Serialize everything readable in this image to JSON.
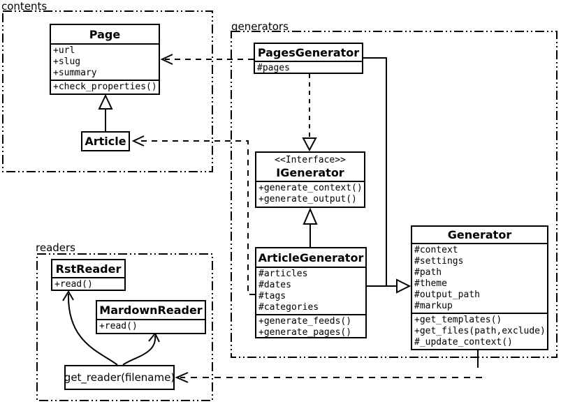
{
  "packages": {
    "contents": {
      "label": "contents"
    },
    "generators": {
      "label": "generators"
    },
    "readers": {
      "label": "readers"
    }
  },
  "classes": {
    "page": {
      "name": "Page",
      "attributes": [
        "+url",
        "+slug",
        "+summary"
      ],
      "methods": [
        "+check_properties()"
      ]
    },
    "article": {
      "name": "Article"
    },
    "pages_generator": {
      "name": "PagesGenerator",
      "attributes": [
        "#pages"
      ]
    },
    "igenerator": {
      "stereotype": "<<Interface>>",
      "name": "IGenerator",
      "methods": [
        "+generate_context()",
        "+generate_output()"
      ]
    },
    "article_generator": {
      "name": "ArticleGenerator",
      "attributes": [
        "#articles",
        "#dates",
        "#tags",
        "#categories"
      ],
      "methods": [
        "+generate_feeds()",
        "+generate_pages()"
      ]
    },
    "generator": {
      "name": "Generator",
      "attributes": [
        "#context",
        "#settings",
        "#path",
        "#theme",
        "#output_path",
        "#markup"
      ],
      "methods": [
        "+get_templates()",
        "+get_files(path,exclude)",
        "#_update_context()"
      ]
    },
    "rst_reader": {
      "name": "RstReader",
      "methods": [
        "+read()"
      ]
    },
    "mardown_reader": {
      "name": "MardownReader",
      "methods": [
        "+read()"
      ]
    },
    "get_reader": {
      "label": "get_reader(filename)"
    }
  },
  "relationships": [
    {
      "type": "generalization",
      "from": "Article",
      "to": "Page",
      "style": "solid"
    },
    {
      "type": "realization",
      "from": "PagesGenerator",
      "to": "IGenerator",
      "style": "dashed"
    },
    {
      "type": "generalization",
      "from": "ArticleGenerator",
      "to": "IGenerator",
      "style": "solid"
    },
    {
      "type": "generalization",
      "from": "PagesGenerator",
      "to": "Generator",
      "style": "solid"
    },
    {
      "type": "generalization",
      "from": "ArticleGenerator",
      "to": "Generator",
      "style": "solid"
    },
    {
      "type": "dependency",
      "from": "PagesGenerator",
      "to": "Page",
      "style": "dashed"
    },
    {
      "type": "dependency",
      "from": "ArticleGenerator",
      "to": "Article",
      "style": "dashed"
    },
    {
      "type": "dependency",
      "from": "Generator",
      "to": "get_reader(filename)",
      "style": "dashed"
    },
    {
      "type": "arrow",
      "from": "get_reader(filename)",
      "to": "RstReader",
      "style": "curved"
    },
    {
      "type": "arrow",
      "from": "get_reader(filename)",
      "to": "MardownReader",
      "style": "curved"
    }
  ],
  "colors": {
    "line": "#000000",
    "background": "#ffffff"
  }
}
